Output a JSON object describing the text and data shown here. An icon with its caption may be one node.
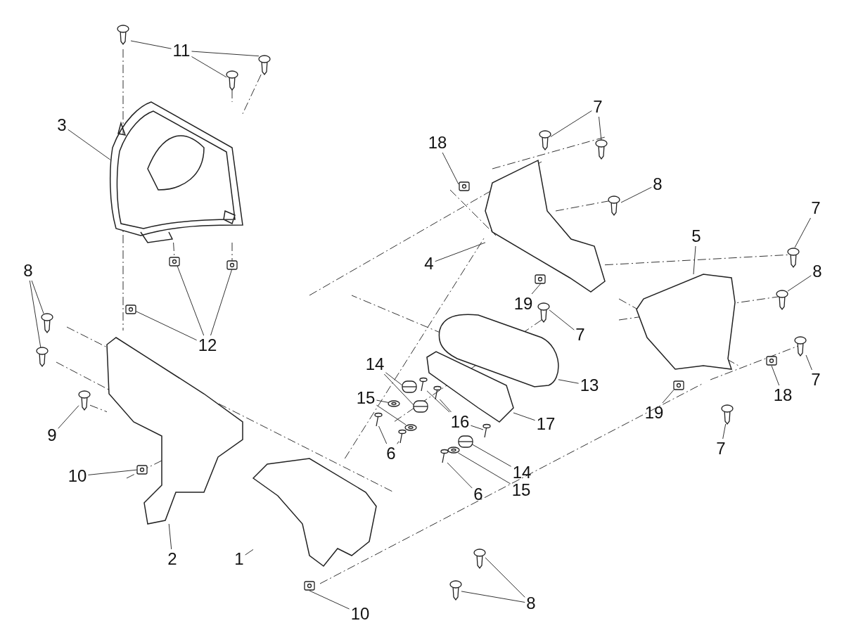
{
  "diagram": {
    "nodes": [
      {
        "text": [
          "11"
        ]
      },
      {
        "text": [
          "3"
        ]
      },
      {
        "text": [
          "7"
        ]
      },
      {
        "text": [
          "18"
        ]
      },
      {
        "text": [
          "8"
        ]
      },
      {
        "text": [
          "7"
        ]
      },
      {
        "text": [
          "5"
        ]
      },
      {
        "text": [
          "4"
        ]
      },
      {
        "text": [
          "8"
        ]
      },
      {
        "text": [
          "8"
        ]
      },
      {
        "text": [
          "19"
        ]
      },
      {
        "text": [
          "7"
        ]
      },
      {
        "text": [
          "12"
        ]
      },
      {
        "text": [
          "14"
        ]
      },
      {
        "text": [
          "7"
        ]
      },
      {
        "text": [
          "13"
        ]
      },
      {
        "text": [
          "18"
        ]
      },
      {
        "text": [
          "15"
        ]
      },
      {
        "text": [
          "19"
        ]
      },
      {
        "text": [
          "16"
        ]
      },
      {
        "text": [
          "17"
        ]
      },
      {
        "text": [
          "9"
        ]
      },
      {
        "text": [
          "7"
        ]
      },
      {
        "text": [
          "6"
        ]
      },
      {
        "text": [
          "14"
        ]
      },
      {
        "text": [
          "10"
        ]
      },
      {
        "text": [
          "15"
        ]
      },
      {
        "text": [
          "6"
        ]
      },
      {
        "text": [
          "2"
        ]
      },
      {
        "text": [
          "1"
        ]
      },
      {
        "text": [
          "8"
        ]
      },
      {
        "text": [
          "10"
        ]
      },
      {
        "text": [],
        "shape": "picture"
      },
      {
        "text": [],
        "shape": "picture"
      },
      {
        "text": [],
        "shape": "picture"
      },
      {
        "text": [],
        "shape": "picture"
      },
      {
        "text": [],
        "shape": "picture"
      },
      {
        "text": [],
        "shape": "picture"
      },
      {
        "text": [],
        "shape": "picture"
      },
      {
        "text": [],
        "shape": "picture"
      },
      {
        "text": [],
        "shape": "picture"
      },
      {
        "text": [],
        "shape": "picture"
      },
      {
        "text": [],
        "shape": "picture"
      },
      {
        "text": [],
        "shape": "picture"
      },
      {
        "text": [],
        "shape": "picture"
      },
      {
        "text": [],
        "shape": "picture"
      },
      {
        "text": [],
        "shape": "picture"
      },
      {
        "text": [],
        "shape": "picture"
      },
      {
        "text": [],
        "shape": "picture"
      },
      {
        "text": [],
        "shape": "picture"
      },
      {
        "text": [],
        "shape": "picture"
      },
      {
        "text": [],
        "shape": "picture"
      },
      {
        "text": [],
        "shape": "picture"
      },
      {
        "text": [],
        "shape": "picture"
      },
      {
        "text": [],
        "shape": "picture"
      },
      {
        "text": [],
        "shape": "picture"
      },
      {
        "text": [],
        "shape": "picture"
      },
      {
        "text": [],
        "shape": "picture"
      },
      {
        "text": [],
        "shape": "picture"
      },
      {
        "text": [],
        "shape": "picture"
      },
      {
        "text": [],
        "shape": "picture"
      },
      {
        "text": [],
        "shape": "picture"
      },
      {
        "text": [],
        "shape": "picture"
      },
      {
        "text": [],
        "shape": "picture"
      },
      {
        "text": [],
        "shape": "picture"
      },
      {
        "text": [],
        "shape": "picture"
      },
      {
        "text": [],
        "shape": "picture"
      },
      {
        "text": [],
        "shape": "picture"
      },
      {
        "text": [],
        "shape": "picture"
      },
      {
        "text": [],
        "shape": "picture"
      },
      {
        "text": [],
        "shape": "picture"
      },
      {
        "text": [],
        "shape": "picture"
      },
      {
        "text": [],
        "shape": "picture"
      },
      {
        "text": [],
        "shape": "picture"
      },
      {
        "text": [],
        "shape": "picture"
      },
      {
        "text": [],
        "shape": "picture"
      }
    ],
    "edges": [
      {
        "from": 0,
        "to": 32,
        "arrow": "none"
      },
      {
        "from": 0,
        "to": 34,
        "arrow": "none"
      },
      {
        "from": 0,
        "to": 33,
        "arrow": "none"
      },
      {
        "from": 1,
        "to": 35,
        "arrow": "none"
      },
      {
        "from": 2,
        "to": 36,
        "arrow": "none"
      },
      {
        "from": 2,
        "to": 37,
        "arrow": "none"
      },
      {
        "from": 3,
        "to": 38,
        "arrow": "none"
      },
      {
        "from": 4,
        "to": 39,
        "arrow": "none"
      },
      {
        "from": 5,
        "to": 41,
        "arrow": "none"
      },
      {
        "from": 6,
        "to": 45,
        "arrow": "none"
      },
      {
        "from": 7,
        "to": 40,
        "arrow": "none"
      },
      {
        "from": 8,
        "to": 49,
        "arrow": "none"
      },
      {
        "from": 8,
        "to": 52,
        "arrow": "none"
      },
      {
        "from": 9,
        "to": 46,
        "arrow": "none"
      },
      {
        "from": 10,
        "to": 44,
        "arrow": "none"
      },
      {
        "from": 11,
        "to": 48,
        "arrow": "none"
      },
      {
        "from": 12,
        "to": 42,
        "arrow": "none"
      },
      {
        "from": 12,
        "to": 43,
        "arrow": "none"
      },
      {
        "from": 12,
        "to": 47,
        "arrow": "none"
      },
      {
        "from": 13,
        "to": 56,
        "arrow": "none"
      },
      {
        "from": 13,
        "to": 61,
        "arrow": "none"
      },
      {
        "from": 14,
        "to": 51,
        "arrow": "none"
      },
      {
        "from": 15,
        "to": 50,
        "arrow": "none"
      },
      {
        "from": 16,
        "to": 54,
        "arrow": "none"
      },
      {
        "from": 17,
        "to": 59,
        "arrow": "none"
      },
      {
        "from": 17,
        "to": 65,
        "arrow": "none"
      },
      {
        "from": 18,
        "to": 57,
        "arrow": "none"
      },
      {
        "from": 19,
        "to": 55,
        "arrow": "none"
      },
      {
        "from": 19,
        "to": 60,
        "arrow": "none"
      },
      {
        "from": 19,
        "to": 64,
        "arrow": "none"
      },
      {
        "from": 20,
        "to": 53,
        "arrow": "none"
      },
      {
        "from": 21,
        "to": 58,
        "arrow": "none"
      },
      {
        "from": 22,
        "to": 62,
        "arrow": "none"
      },
      {
        "from": 23,
        "to": 63,
        "arrow": "none"
      },
      {
        "from": 23,
        "to": 66,
        "arrow": "none"
      },
      {
        "from": 24,
        "to": 67,
        "arrow": "none"
      },
      {
        "from": 25,
        "to": 70,
        "arrow": "none"
      },
      {
        "from": 26,
        "to": 68,
        "arrow": "none"
      },
      {
        "from": 27,
        "to": 69,
        "arrow": "none"
      },
      {
        "from": 28,
        "to": 71,
        "arrow": "none"
      },
      {
        "from": 29,
        "to": 72,
        "arrow": "none"
      },
      {
        "from": 30,
        "to": 73,
        "arrow": "none"
      },
      {
        "from": 30,
        "to": 75,
        "arrow": "none"
      },
      {
        "from": 31,
        "to": 74,
        "arrow": "none"
      },
      {
        "from": 34,
        "to": 35,
        "arrow": "none",
        "style": "dashed"
      },
      {
        "from": 33,
        "to": 35,
        "arrow": "none",
        "style": "dashed"
      },
      {
        "from": 35,
        "to": 42,
        "arrow": "none",
        "style": "dashed"
      },
      {
        "from": 72,
        "to": 40,
        "arrow": "none",
        "style": "dashed"
      },
      {
        "from": 40,
        "to": 41,
        "arrow": "none",
        "style": "dashed"
      },
      {
        "from": 58,
        "to": 71,
        "arrow": "none",
        "style": "dashed"
      },
      {
        "from": 35,
        "to": 43,
        "arrow": "none",
        "style": "dashed"
      }
    ]
  }
}
